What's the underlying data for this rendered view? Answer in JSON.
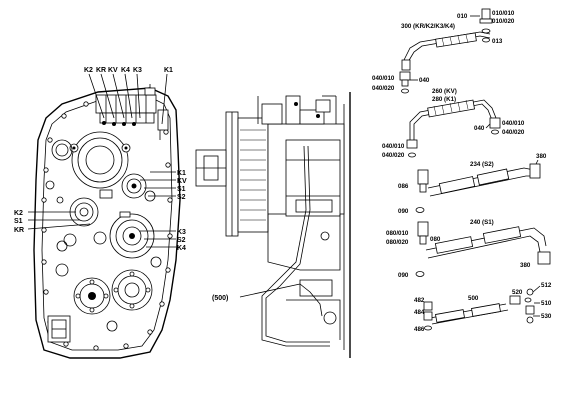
{
  "left_view": {
    "top_callouts": [
      "K2",
      "KR",
      "KV",
      "K4",
      "K3",
      "K1"
    ],
    "right_callouts_upper": [
      "K1",
      "KV",
      "S1",
      "S2"
    ],
    "left_callouts": [
      "K2",
      "S1",
      "KR"
    ],
    "right_callouts_lower": [
      "K3",
      "S2",
      "K4"
    ]
  },
  "middle_view": {
    "label": "(500)"
  },
  "parts": {
    "p010": "010",
    "p010_010": "010/010",
    "p010_020": "010/020",
    "p013": "013",
    "p300": "300 (KR/K2/K3/K4)",
    "p040_a": "040",
    "p040_010_a": "040/010",
    "p040_020_a": "040/020",
    "p260": "260 (KV)",
    "p280": "280 (K1)",
    "p040_b": "040",
    "p040_010_b": "040/010",
    "p040_020_b": "040/020",
    "p040_010_c": "040/010",
    "p040_020_c": "040/020",
    "p234": "234 (S2)",
    "p380_a": "380",
    "p086": "086",
    "p090_a": "090",
    "p240": "240 (S1)",
    "p080_010": "080/010",
    "p080_020": "080/020",
    "p080": "080",
    "p380_b": "380",
    "p090_b": "090",
    "p482": "482",
    "p500": "500",
    "p520": "520",
    "p512": "512",
    "p484": "484",
    "p510": "510",
    "p486": "486",
    "p530": "530"
  }
}
